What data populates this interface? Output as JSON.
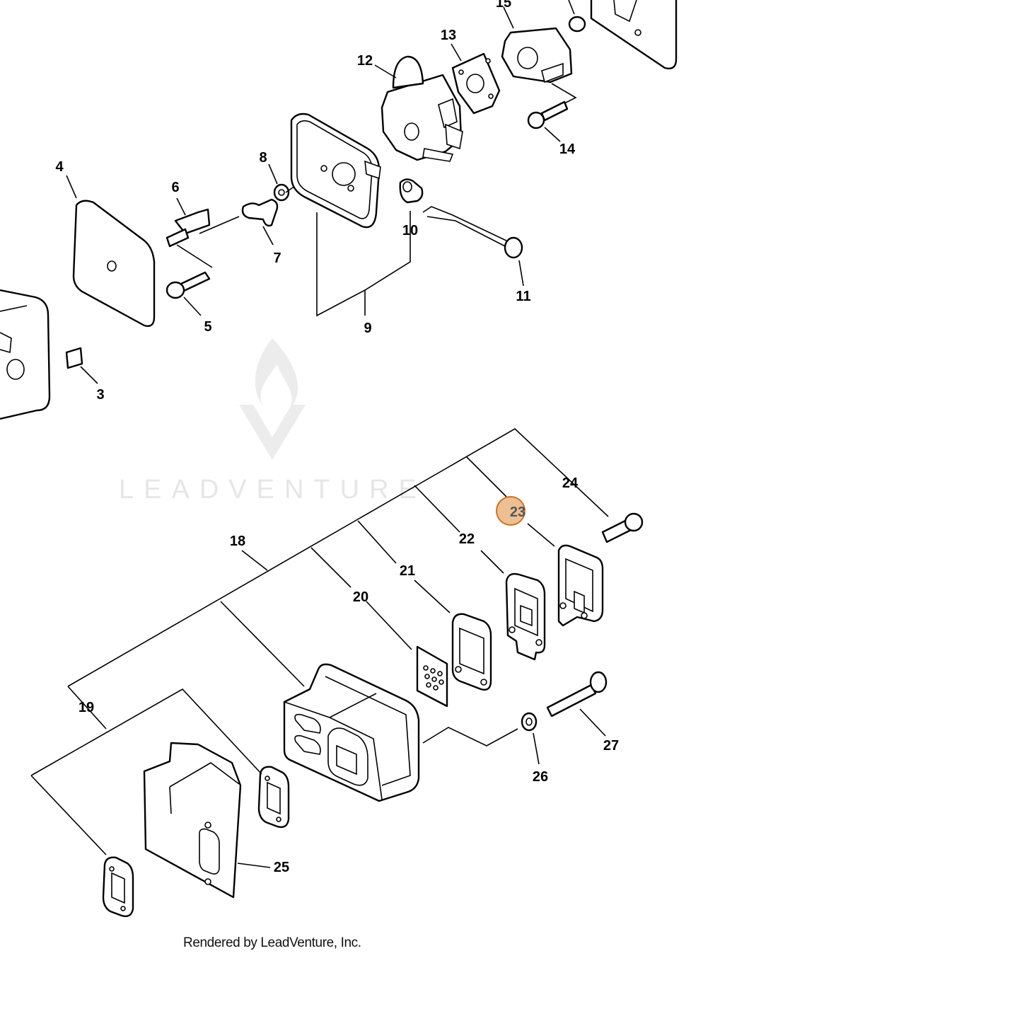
{
  "watermark": {
    "text": "LEADVENTURE",
    "color": "#e6e6e6"
  },
  "credit": "Rendered by LeadVenture, Inc.",
  "highlight": {
    "part": "23",
    "color": "#e08a3c"
  },
  "callouts": [
    "3",
    "4",
    "5",
    "6",
    "7",
    "8",
    "9",
    "10",
    "11",
    "12",
    "13",
    "14",
    "15",
    "18",
    "19",
    "20",
    "21",
    "22",
    "23",
    "24",
    "25",
    "26",
    "27"
  ]
}
